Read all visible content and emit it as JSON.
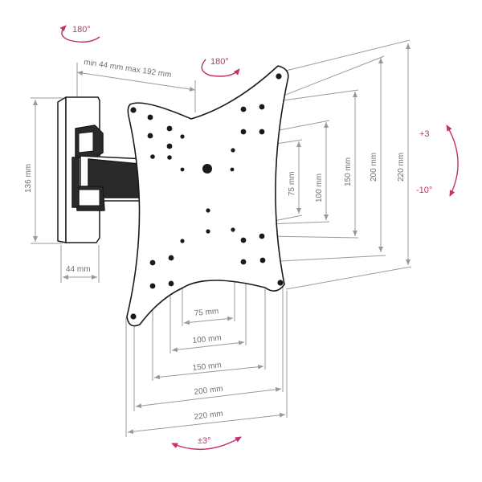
{
  "colors": {
    "background": "#ffffff",
    "outline": "#1a1a1a",
    "dimension_line": "#9a9a9a",
    "dimension_text": "#707070",
    "rotation_accent": "#c4306f"
  },
  "rotation_labels": {
    "wall_swivel": "180°",
    "plate_rotation": "180°",
    "tilt_up": "+3",
    "tilt_down": "-10°",
    "level_adjust": "±3°"
  },
  "arm_extension": "min 44 mm max 192 mm",
  "wall_plate": {
    "height": "136 mm",
    "depth": "44 mm"
  },
  "vesa_vertical": [
    "75 mm",
    "100 mm",
    "150 mm",
    "200 mm",
    "220 mm"
  ],
  "vesa_horizontal": [
    "75 mm",
    "100 mm",
    "150 mm",
    "200 mm",
    "220 mm"
  ],
  "icons": {
    "wall_swivel": "rotate-arrow-icon",
    "plate_rotation": "rotate-arrow-icon",
    "tilt": "tilt-arrow-icon",
    "level": "level-arrow-icon"
  }
}
